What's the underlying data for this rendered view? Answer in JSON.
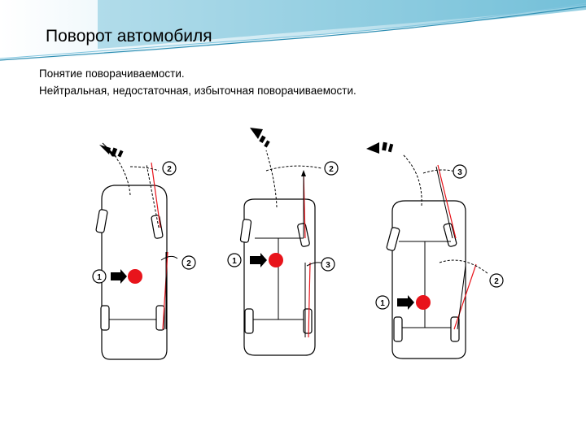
{
  "slide": {
    "title": "Поворот автомобиля",
    "lines": [
      "Понятие поворачиваемости.",
      "Нейтральная, недостаточная, избыточная поворачиваемости."
    ]
  },
  "diagrams": [
    {
      "id": "neutral",
      "markers": [
        "2",
        "1",
        "2"
      ]
    },
    {
      "id": "understeer",
      "markers": [
        "2",
        "1",
        "3"
      ]
    },
    {
      "id": "oversteer",
      "markers": [
        "3",
        "2",
        "1"
      ]
    }
  ],
  "colors": {
    "accent": "#e8141b",
    "wave": "#3aa6c9",
    "wave_light": "#a7d8ea",
    "line": "#000000"
  }
}
